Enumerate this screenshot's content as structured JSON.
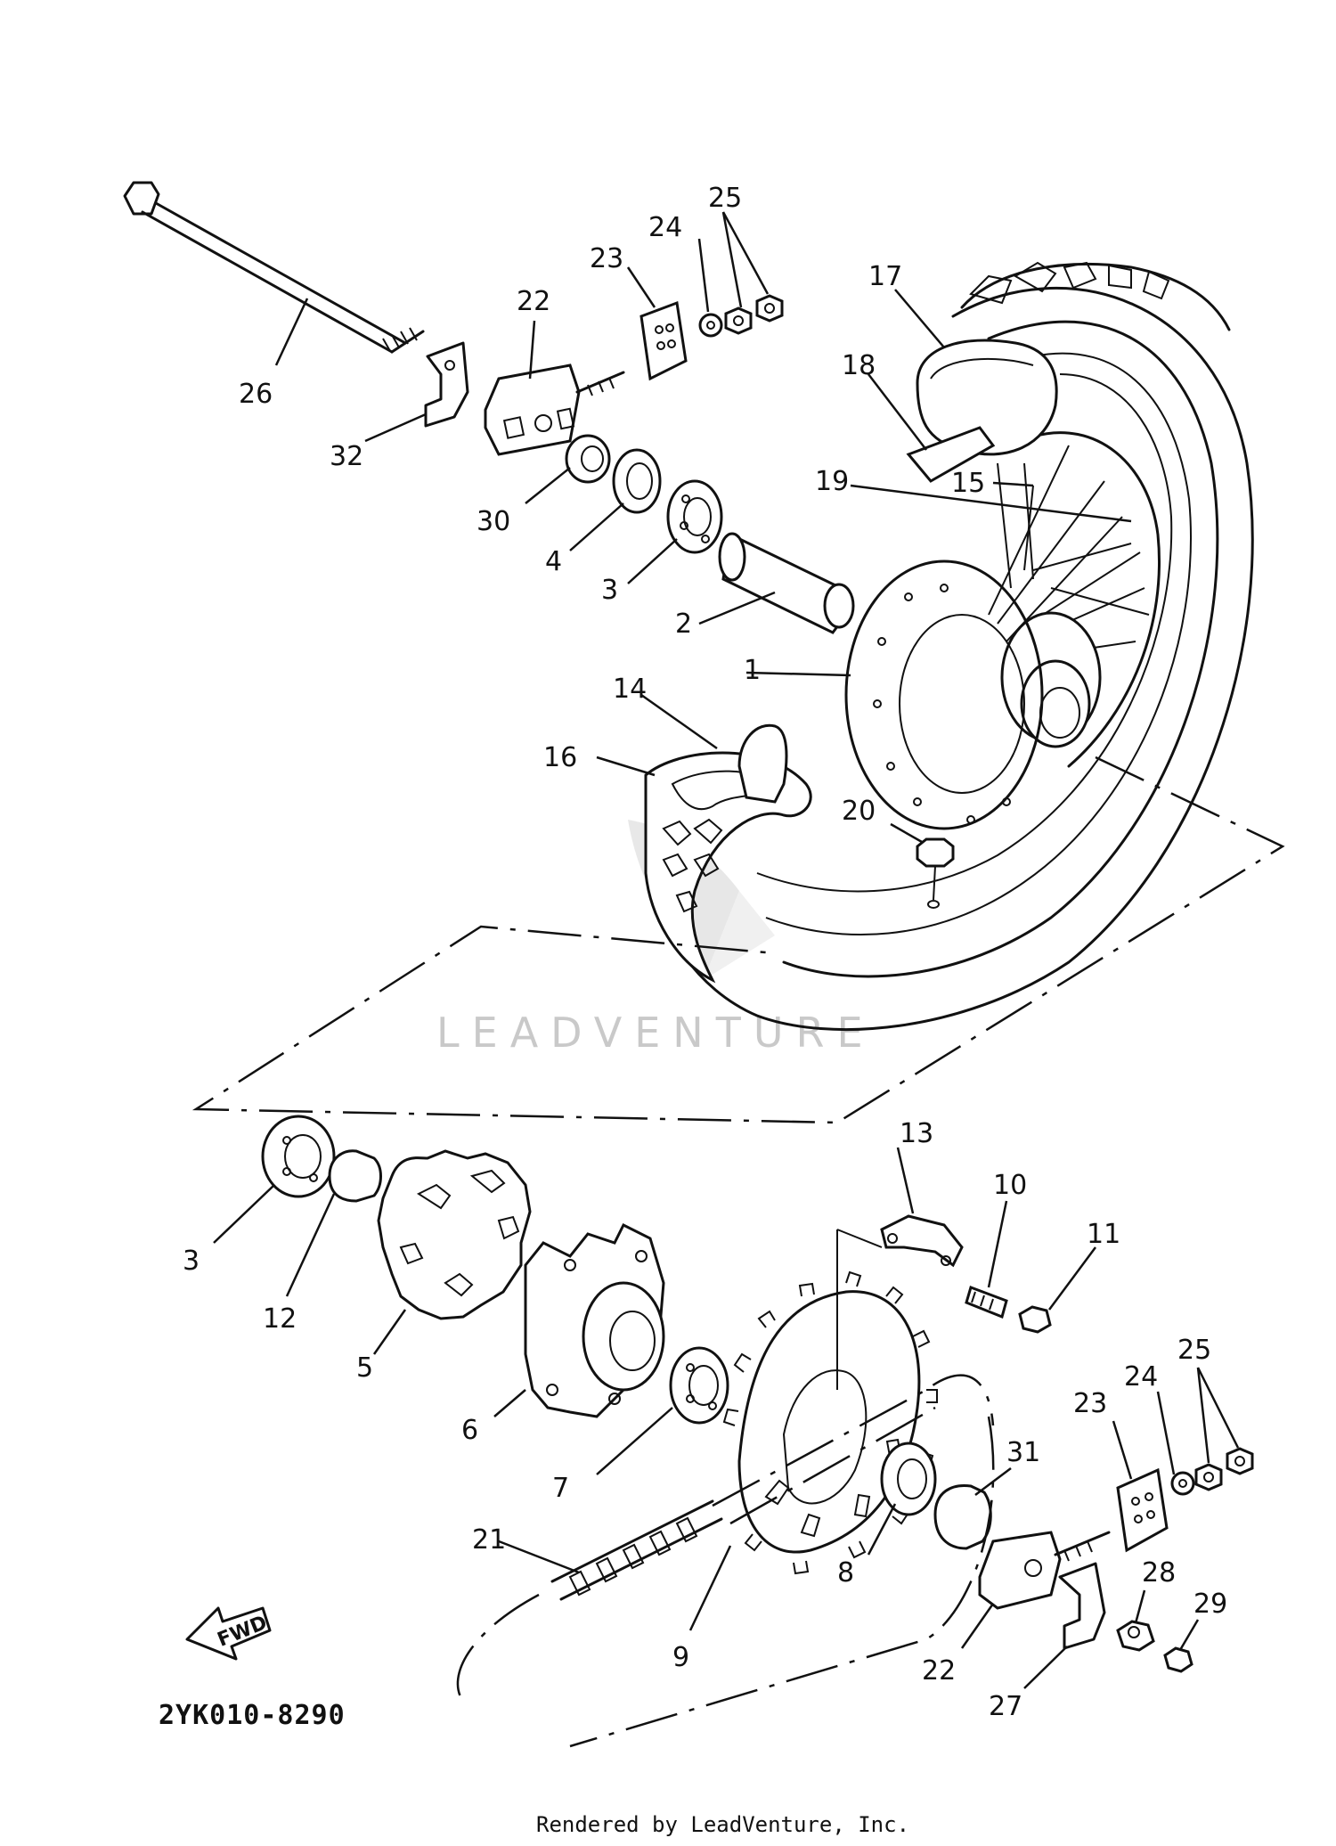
{
  "diagram": {
    "code": "2YK010-8290",
    "footer": "Rendered by LeadVenture, Inc.",
    "watermark": "LEADVENTURE",
    "fwd_label": "FWD"
  },
  "callouts": [
    "1",
    "2",
    "3",
    "3",
    "4",
    "5",
    "6",
    "7",
    "8",
    "9",
    "10",
    "11",
    "12",
    "13",
    "14",
    "15",
    "16",
    "17",
    "18",
    "19",
    "20",
    "21",
    "22",
    "22",
    "23",
    "23",
    "24",
    "24",
    "25",
    "25",
    "26",
    "27",
    "28",
    "29",
    "30",
    "31",
    "32"
  ],
  "colors": {
    "line": "#111111",
    "watermark": "#c9c9c9",
    "background": "#ffffff"
  }
}
